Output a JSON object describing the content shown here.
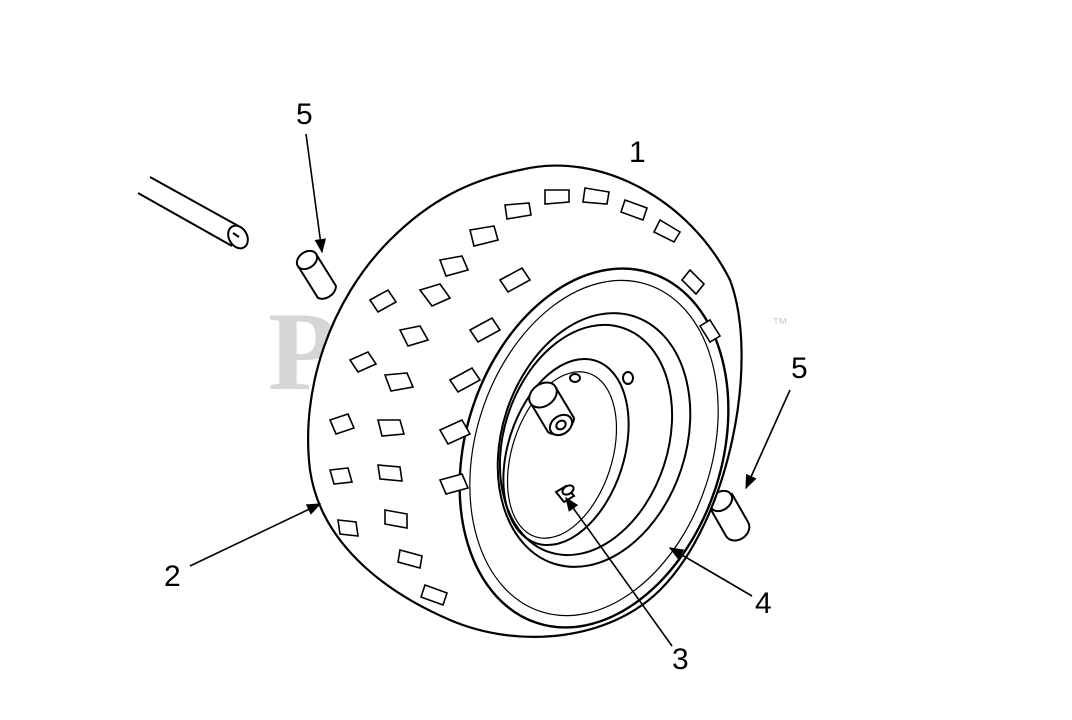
{
  "watermark": {
    "brand": "PartsTree",
    "trademark": "™"
  },
  "callouts": [
    {
      "id": "1",
      "label": "1"
    },
    {
      "id": "2",
      "label": "2"
    },
    {
      "id": "3",
      "label": "3"
    },
    {
      "id": "4",
      "label": "4"
    },
    {
      "id": "5a",
      "label": "5"
    },
    {
      "id": "5b",
      "label": "5"
    }
  ],
  "colors": {
    "line": "#000000",
    "watermark": "#d6d6d6",
    "background": "#ffffff"
  }
}
